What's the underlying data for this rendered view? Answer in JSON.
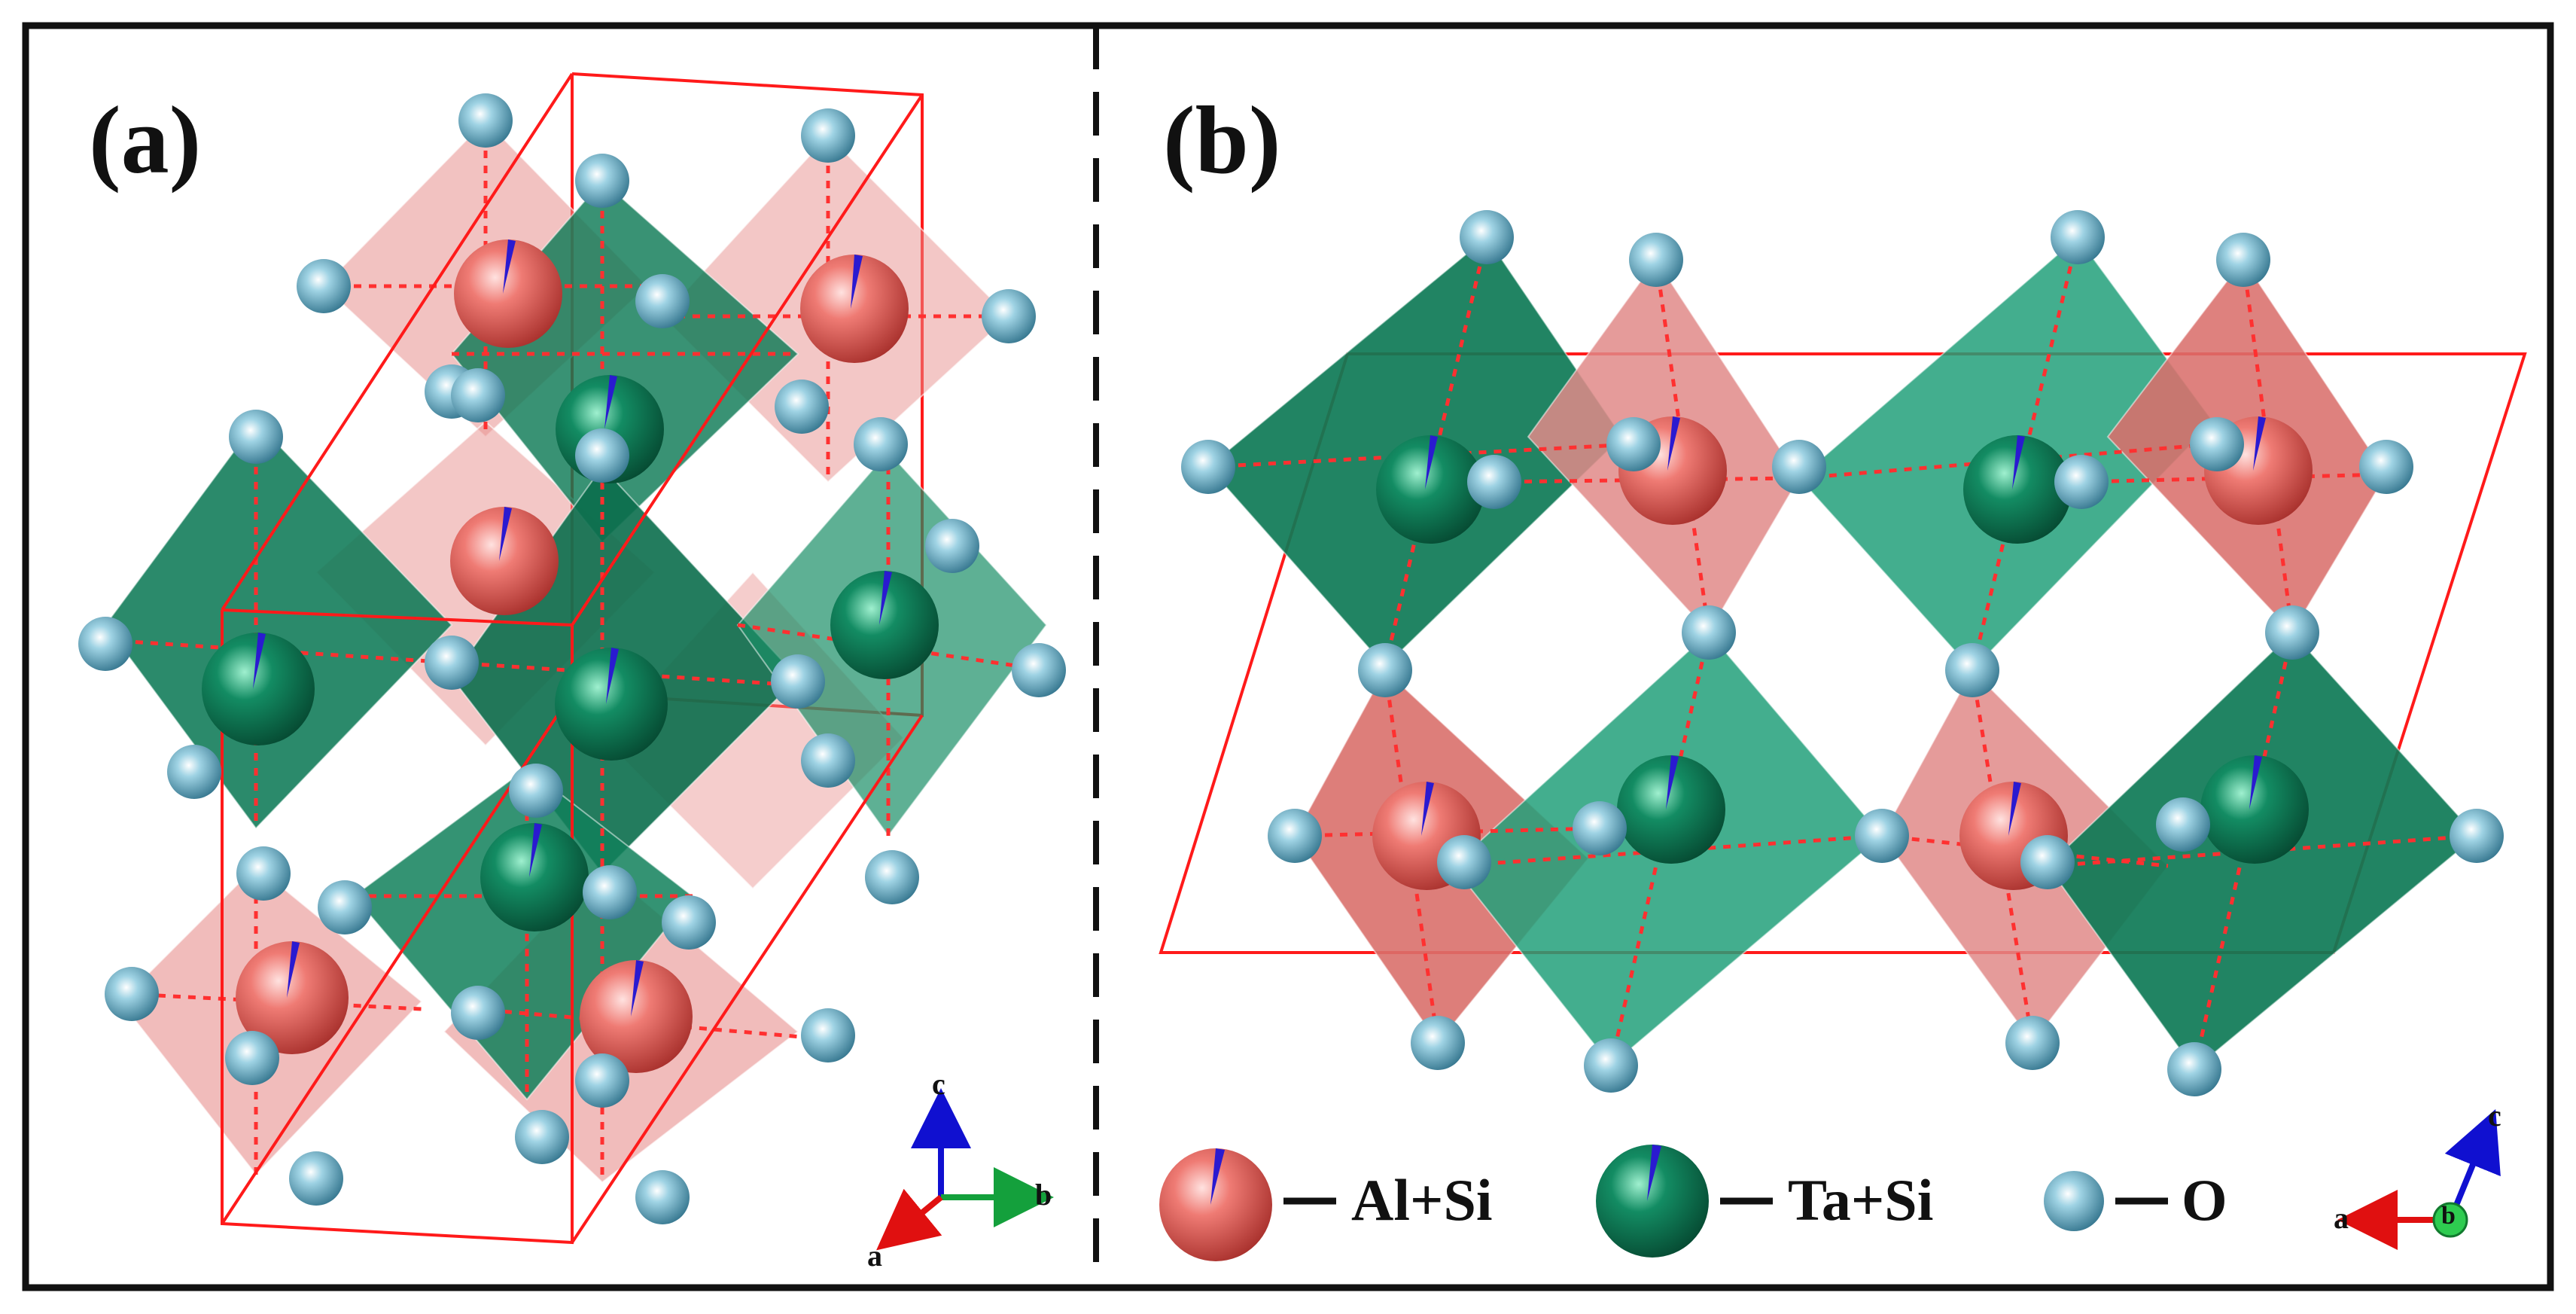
{
  "figure": {
    "panel_a_label": "(a)",
    "panel_b_label": "(b)"
  },
  "legend": {
    "items": [
      {
        "id": "al",
        "label": "Al+Si",
        "color": "#e2645e"
      },
      {
        "id": "ta",
        "label": "Ta+Si",
        "color": "#0f7f5b"
      },
      {
        "id": "o",
        "label": "O",
        "color": "#5aa6c2"
      }
    ]
  },
  "axes_a": {
    "c": "c",
    "b": "b",
    "a": "a"
  },
  "axes_b": {
    "c": "c",
    "a": "a",
    "b": "b"
  },
  "colors": {
    "al_octahedron": "#e8908e",
    "ta_octahedron": "#0e7a56",
    "al_atom": "#e2645e",
    "ta_atom": "#0f7f5b",
    "o_atom": "#5aa6c2",
    "cell": "#ff1a1a",
    "bond": "#ff3030"
  }
}
